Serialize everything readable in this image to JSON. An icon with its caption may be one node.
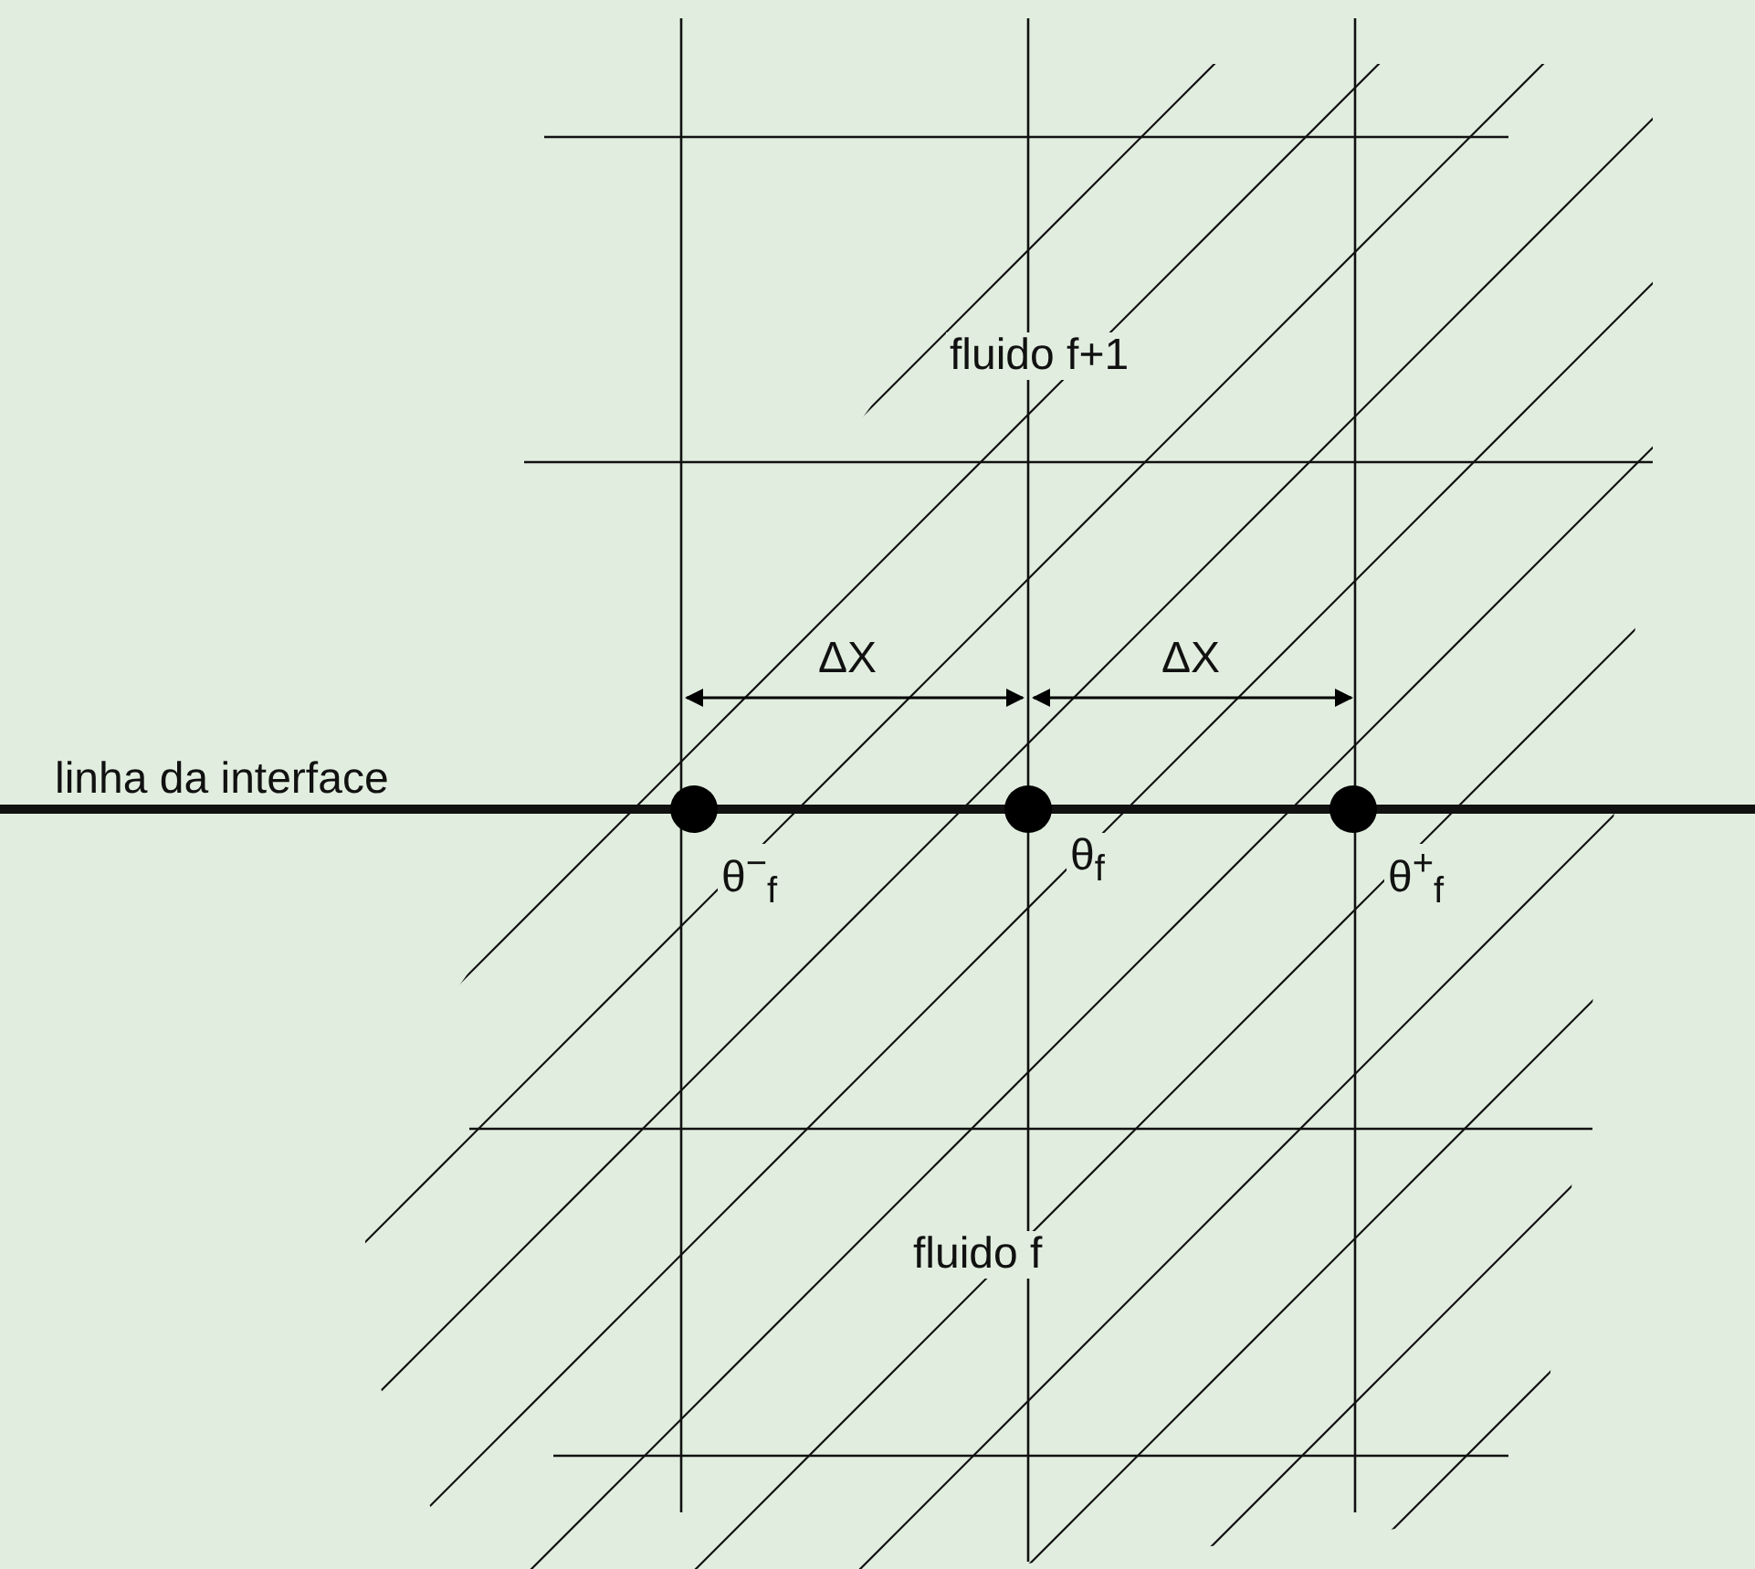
{
  "diagram": {
    "labels": [
      "fluido f+1",
      "ΔX",
      "ΔX",
      "linha da interface",
      "θ$^{−}$$_{f}$",
      "θ$_{f}$",
      "θ$^{+}$$_{f}$",
      "fluido f"
    ]
  }
}
